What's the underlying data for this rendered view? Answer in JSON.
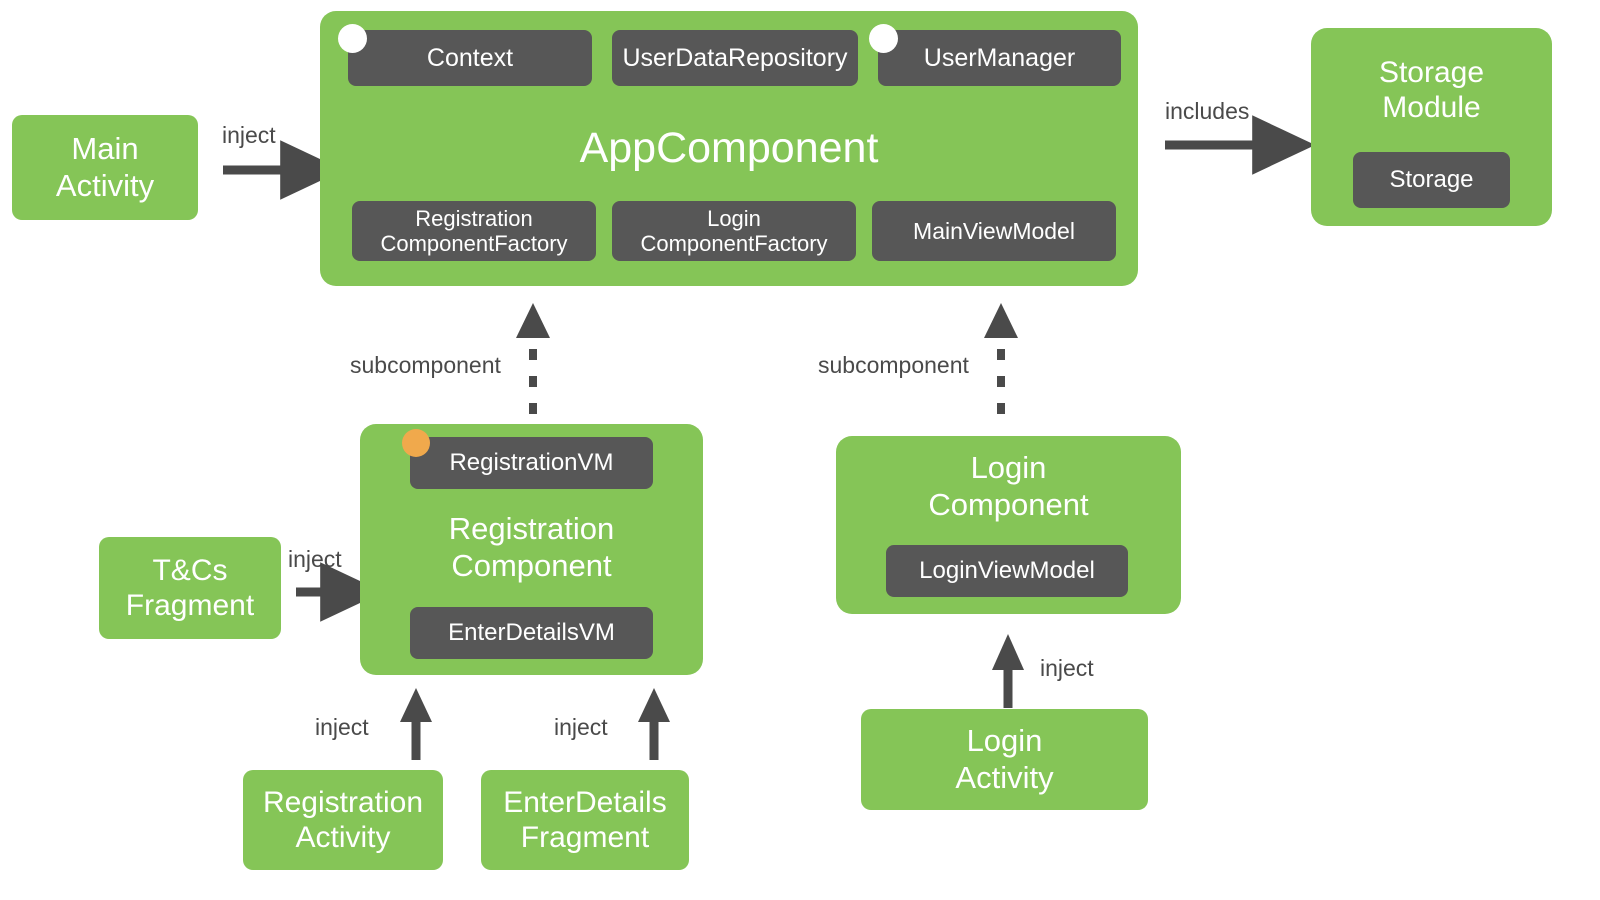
{
  "colors": {
    "green": "#85C557",
    "dark": "#575757",
    "orange": "#F0A94C",
    "white": "#FFFFFF",
    "label_text": "#4A4A4A",
    "background": "#FFFFFF"
  },
  "diagram": {
    "type": "dependency-injection-graph",
    "app_component": {
      "title": "AppComponent",
      "provided_top": [
        {
          "label": "Context",
          "scoped": true
        },
        {
          "label": "UserDataRepository",
          "scoped": false
        },
        {
          "label": "UserManager",
          "scoped": true
        }
      ],
      "provided_bottom": [
        {
          "label": "Registration\nComponentFactory"
        },
        {
          "label": "Login\nComponentFactory"
        },
        {
          "label": "MainViewModel"
        }
      ]
    },
    "storage_module": {
      "title": "Storage\nModule",
      "provides": [
        {
          "label": "Storage"
        }
      ]
    },
    "registration_component": {
      "title": "Registration\nComponent",
      "provided_top": [
        {
          "label": "RegistrationVM",
          "scoped": true
        }
      ],
      "provided_bottom": [
        {
          "label": "EnterDetailsVM"
        }
      ]
    },
    "login_component": {
      "title": "Login\nComponent",
      "provides": [
        {
          "label": "LoginViewModel"
        }
      ]
    },
    "clients": {
      "main_activity": "Main\nActivity",
      "tcs_fragment": "T&Cs\nFragment",
      "registration_activity": "Registration\nActivity",
      "enter_details_fragment": "EnterDetails\nFragment",
      "login_activity": "Login\nActivity"
    },
    "edges": [
      {
        "id": "main-activity-to-appcomponent",
        "label": "inject",
        "style": "solid",
        "direction": "right"
      },
      {
        "id": "appcomponent-to-storage-module",
        "label": "includes",
        "style": "solid",
        "direction": "right"
      },
      {
        "id": "registration-component-to-appcomponent",
        "label": "subcomponent",
        "style": "dotted",
        "direction": "up"
      },
      {
        "id": "login-component-to-appcomponent",
        "label": "subcomponent",
        "style": "dotted",
        "direction": "up"
      },
      {
        "id": "tcs-fragment-to-registration-component",
        "label": "inject",
        "style": "solid",
        "direction": "right"
      },
      {
        "id": "registration-activity-to-registration-component",
        "label": "inject",
        "style": "solid",
        "direction": "up"
      },
      {
        "id": "enter-details-fragment-to-registration-component",
        "label": "inject",
        "style": "solid",
        "direction": "up"
      },
      {
        "id": "login-activity-to-login-component",
        "label": "inject",
        "style": "solid",
        "direction": "up"
      }
    ]
  }
}
